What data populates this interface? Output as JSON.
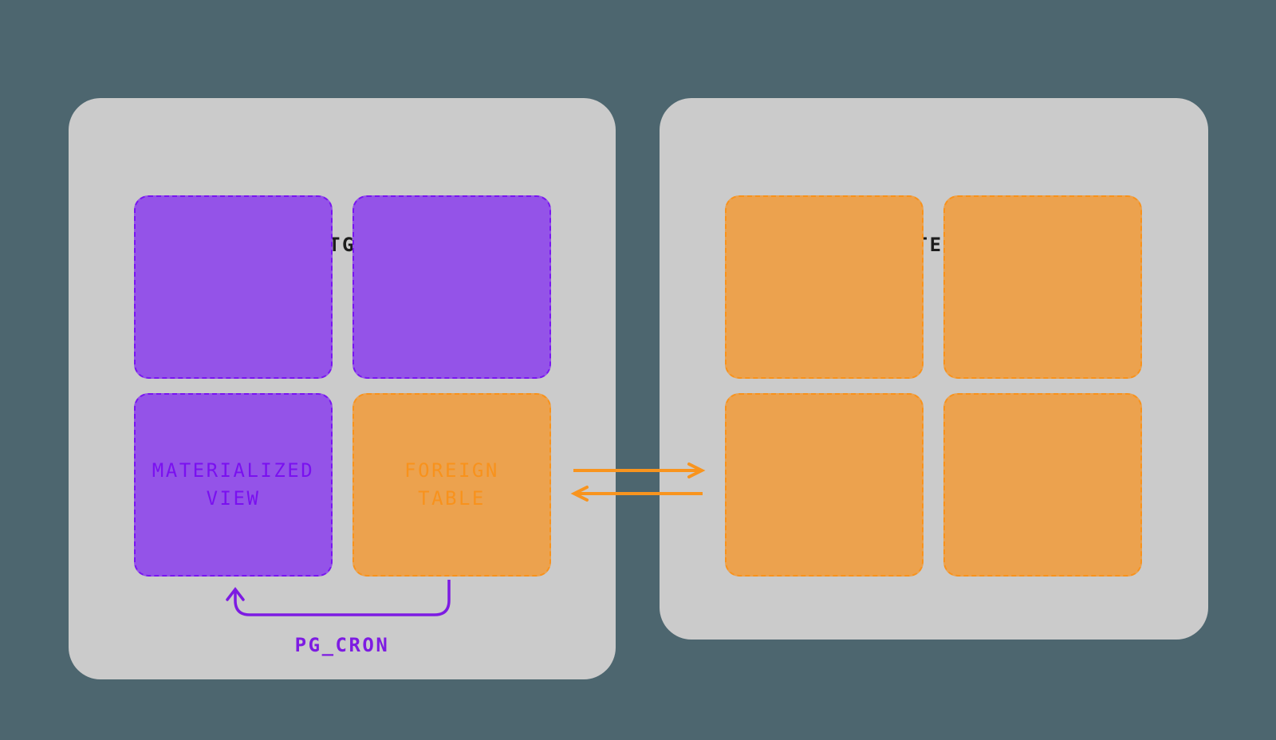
{
  "diagram": {
    "postgres": {
      "title": "POSTGRES",
      "materialized_view_label": "MATERIALIZED\nVIEW",
      "foreign_table_label": "FOREIGN\nTABLE",
      "pg_cron_label": "PG_CRON"
    },
    "remote_server": {
      "title": "REMOTE SERVER"
    },
    "icons": {
      "outbound": "sync-right-arrow-icon",
      "inbound": "sync-left-arrow-icon",
      "refresh_loop": "pg-cron-loop-arrow-icon"
    },
    "colors": {
      "background": "#4D666F",
      "container": "#CBCBCB",
      "title_text": "#1C1C1C",
      "purple_fill": "#9453E8",
      "purple_border": "#7916F0",
      "purple_text": "#7A10F0",
      "orange_fill": "#ECA24E",
      "orange_border": "#F8921C",
      "orange_text": "#F8921C",
      "arrow_orange": "#F8941E",
      "pg_cron": "#7D1BE2"
    }
  }
}
